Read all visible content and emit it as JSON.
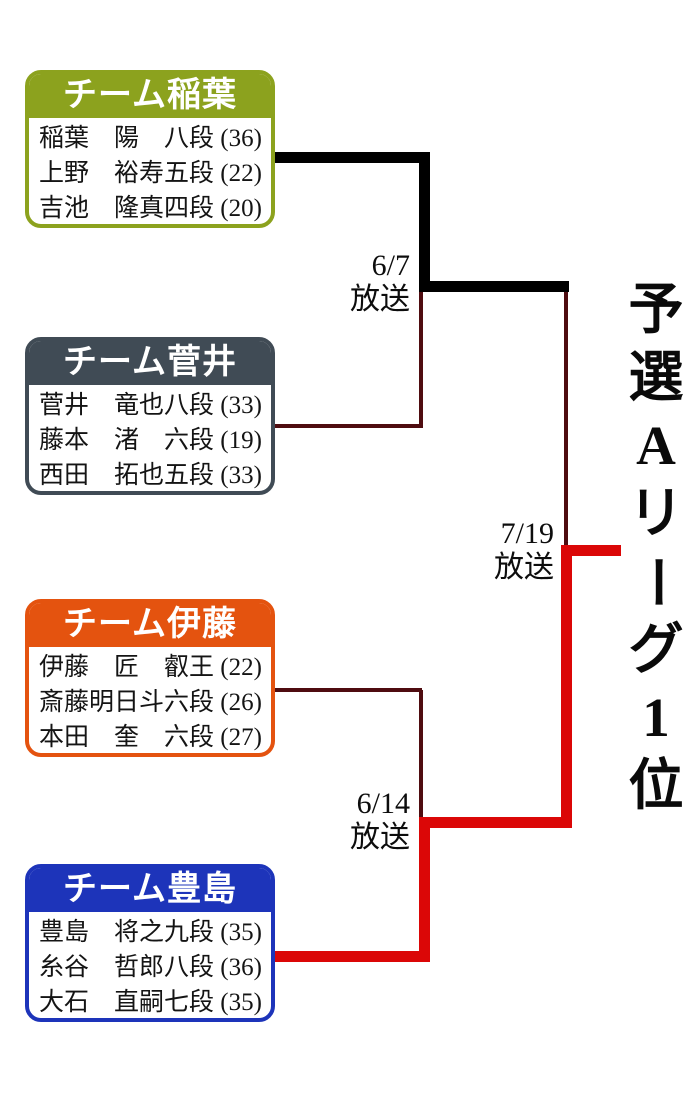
{
  "bracket": {
    "result_label": "予選Aリーグ1位",
    "teams": [
      {
        "id": "inaba",
        "name": "チーム稲葉",
        "color": "#8CA21E",
        "players": [
          "稲葉　陽　八段 (36)",
          "上野　裕寿五段 (22)",
          "吉池　隆真四段 (20)"
        ]
      },
      {
        "id": "sugai",
        "name": "チーム菅井",
        "color": "#404B55",
        "players": [
          "菅井　竜也八段 (33)",
          "藤本　渚　六段 (19)",
          "西田　拓也五段 (33)"
        ]
      },
      {
        "id": "ito",
        "name": "チーム伊藤",
        "color": "#E4530F",
        "players": [
          "伊藤　匠　叡王 (22)",
          "斎藤明日斗六段 (26)",
          "本田　奎　六段 (27)"
        ]
      },
      {
        "id": "toyoshima",
        "name": "チーム豊島",
        "color": "#1D34BA",
        "players": [
          "豊島　将之九段 (35)",
          "糸谷　哲郎八段 (36)",
          "大石　直嗣七段 (35)"
        ]
      }
    ],
    "matches": [
      {
        "id": "semifinal-top",
        "date": "6/7",
        "note": "放送"
      },
      {
        "id": "final",
        "date": "7/19",
        "note": "放送"
      },
      {
        "id": "semifinal-bottom",
        "date": "6/14",
        "note": "放送"
      }
    ],
    "colors": {
      "match1_winner_line": "#000000",
      "match2_winner_line": "#DB0707",
      "default_line": "#4F0C10"
    }
  }
}
